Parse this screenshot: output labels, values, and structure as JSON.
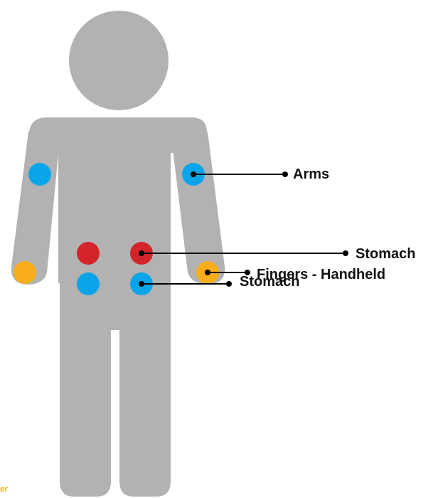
{
  "colors": {
    "body": "#b2b2b2",
    "blue": "#0aa5e8",
    "red": "#d3232b",
    "orange": "#f7ae1a",
    "line": "#000000"
  },
  "labels": {
    "arms": "Arms",
    "stomach_upper": "Stomach",
    "fingers": "Fingers - Handheld",
    "stomach_lower": "Stomach",
    "cut_text": "er"
  },
  "sites": [
    {
      "name": "left-arm-site",
      "color": "blue"
    },
    {
      "name": "right-arm-site",
      "color": "blue"
    },
    {
      "name": "stomach-upper-left-site",
      "color": "red"
    },
    {
      "name": "stomach-upper-right-site",
      "color": "red"
    },
    {
      "name": "stomach-lower-left-site",
      "color": "blue"
    },
    {
      "name": "stomach-lower-right-site",
      "color": "blue"
    },
    {
      "name": "left-finger-site",
      "color": "orange"
    },
    {
      "name": "right-finger-site",
      "color": "orange"
    }
  ]
}
